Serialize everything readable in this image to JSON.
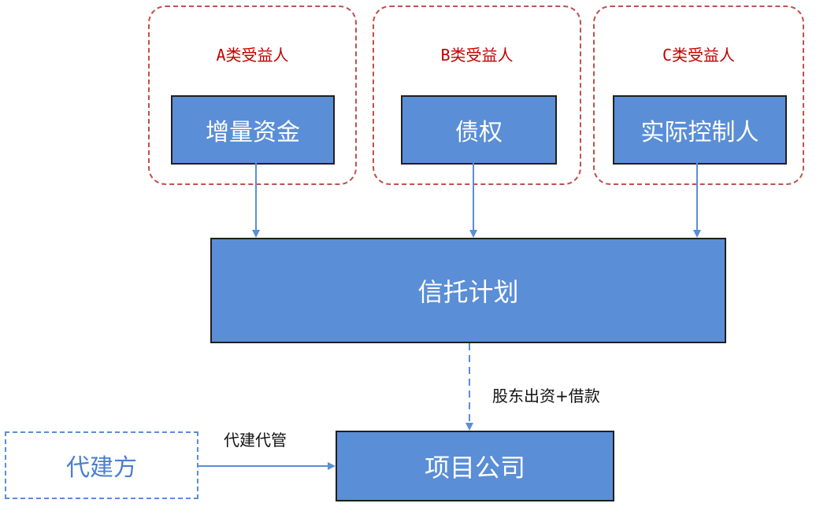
{
  "beneficiaries": [
    {
      "label": "A类受益人",
      "asset": "增量资金"
    },
    {
      "label": "B类受益人",
      "asset": "债权"
    },
    {
      "label": "C类受益人",
      "asset": "实际控制人"
    }
  ],
  "trust": {
    "label": "信托计划"
  },
  "project_company": {
    "label": "项目公司"
  },
  "agent_builder": {
    "label": "代建方"
  },
  "edges": {
    "trust_to_project": "股东出资+借款",
    "agent_to_project": "代建代管"
  },
  "colors": {
    "box_fill": "#5a8ed6",
    "group_border": "#c0504d",
    "group_label": "#c00000",
    "arrow": "#5a8ed6"
  }
}
